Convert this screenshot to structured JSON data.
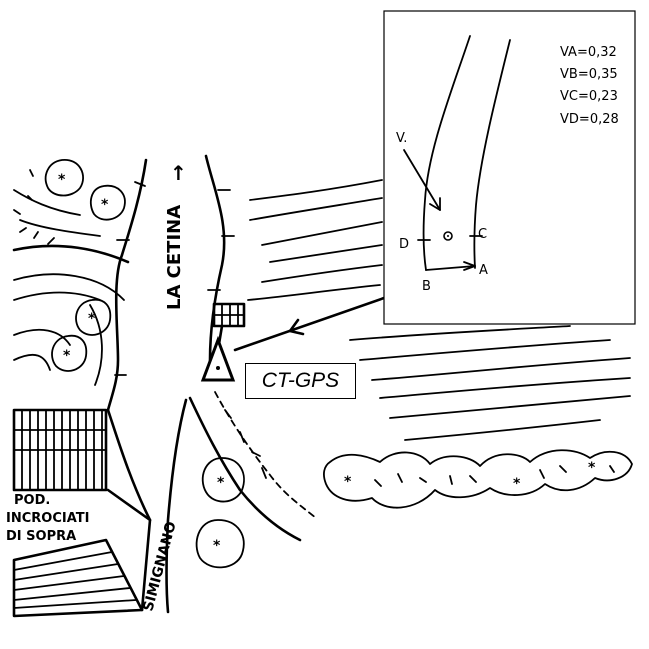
{
  "map": {
    "river_name": "LA CETINA",
    "road_name": "SIMIGNANO",
    "farm_label_line1": "POD.",
    "farm_label_line2": "INCROCIATI",
    "farm_label_line3": "DI SOPRA",
    "station_label": "CT-GPS",
    "flow_arrow": "↑"
  },
  "inset": {
    "velocity_label": "V.",
    "point_labels": {
      "a": "A",
      "b": "B",
      "c": "C",
      "d": "D"
    },
    "velocities": [
      {
        "label": "VA",
        "value": "0,32"
      },
      {
        "label": "VB",
        "value": "0,35"
      },
      {
        "label": "VC",
        "value": "0,23"
      },
      {
        "label": "VD",
        "value": "0,28"
      }
    ]
  },
  "colors": {
    "ink": "#000000",
    "paper": "#ffffff"
  }
}
